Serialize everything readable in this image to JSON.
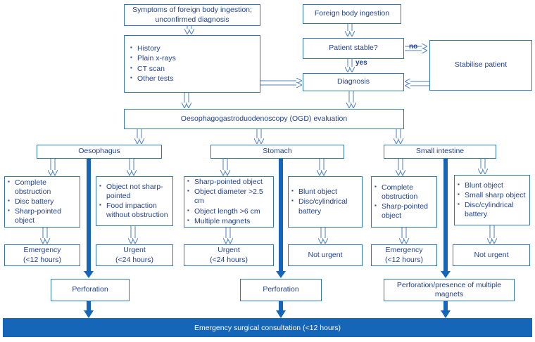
{
  "nodes": {
    "symptoms": "Symptoms of foreign body ingestion; unconfirmed diagnosis",
    "tests": [
      "History",
      "Plain x-rays",
      "CT scan",
      "Other tests"
    ],
    "ingestion": "Foreign body ingestion",
    "stable": "Patient stable?",
    "stabilise": "Stabilise patient",
    "diagnosis": "Diagnosis",
    "ogd": "Oesophagogastroduodenoscopy (OGD) evaluation",
    "oesophagus": "Oesophagus",
    "stomach": "Stomach",
    "small_intestine": "Small intestine",
    "oes_emerg_list": [
      "Complete obstruction",
      "Disc battery",
      "Sharp-pointed object"
    ],
    "oes_urgent_list": [
      "Object not sharp-pointed",
      "Food impaction without obstruction"
    ],
    "sto_urgent_list": [
      "Sharp-pointed object",
      "Object diameter >2.5 cm",
      "Object length >6 cm",
      "Multiple magnets"
    ],
    "sto_noturgent_list": [
      "Blunt object",
      "Disc/cylindrical battery"
    ],
    "si_emerg_list": [
      "Complete obstruction",
      "Sharp-pointed object"
    ],
    "si_noturgent_list": [
      "Blunt object",
      "Small sharp object",
      "Disc/cylindrical battery"
    ],
    "emergency": "Emergency",
    "emergency_time": "(<12 hours)",
    "urgent": "Urgent",
    "urgent_time": "(<24 hours)",
    "not_urgent": "Not urgent",
    "perforation": "Perforation",
    "perforation_magnets": "Perforation/presence of multiple magnets",
    "consultation": "Emergency surgical consultation (<12 hours)"
  },
  "labels": {
    "no": "no",
    "yes": "yes"
  }
}
